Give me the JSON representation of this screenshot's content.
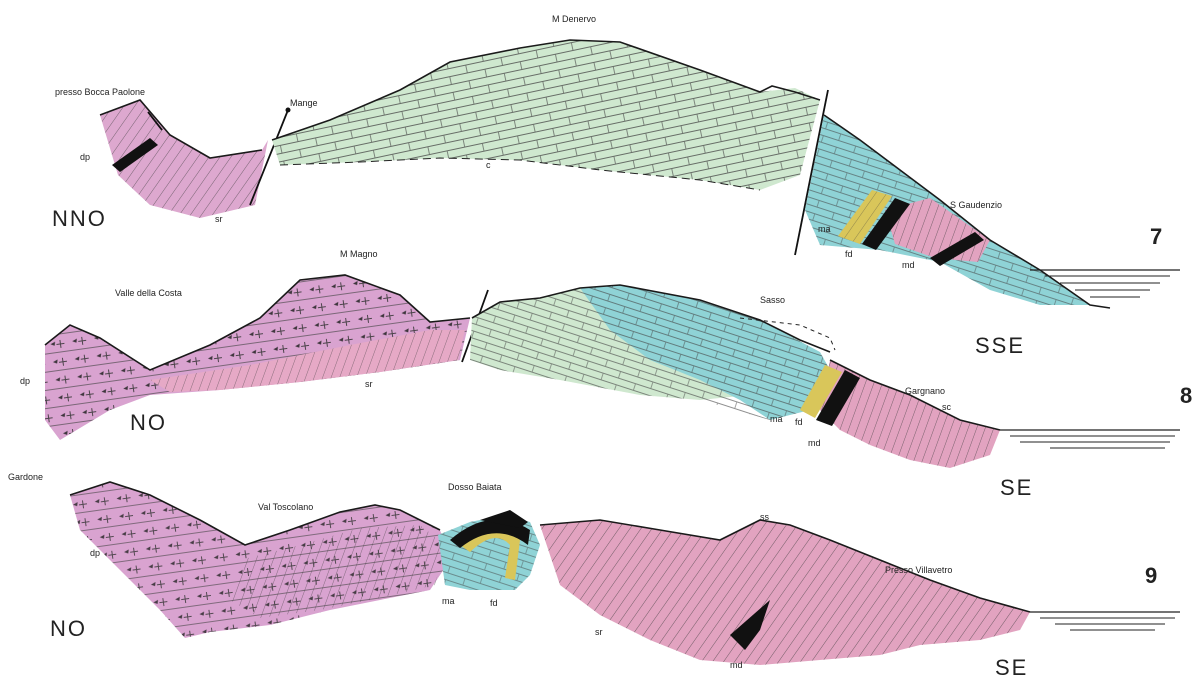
{
  "colors": {
    "dolomia_principale": "#d9a3d0",
    "scaglia_rossa": "#e2a3c0",
    "majolica_green": "#cfe8cf",
    "maiolica_cyan": "#8fd3d6",
    "yellow_band": "#d9c65a",
    "black_band": "#111111",
    "line": "#1a1a1a"
  },
  "sections": [
    {
      "number": "7",
      "left_direction": "NNO",
      "right_direction": "SSE",
      "places": [
        "presso Bocca Paolone",
        "Mange",
        "M Denervo",
        "S Gaudenzio"
      ],
      "units": [
        "dp",
        "sr",
        "c",
        "ma",
        "fd",
        "md"
      ]
    },
    {
      "number": "8",
      "left_direction": "NO",
      "right_direction": "SE",
      "places": [
        "Valle della Costa",
        "M Magno",
        "Sasso",
        "Gargnano"
      ],
      "units": [
        "dp",
        "sr",
        "ma",
        "fd",
        "md",
        "sc"
      ]
    },
    {
      "number": "9",
      "left_direction": "NO",
      "right_direction": "SE",
      "places": [
        "Gardone",
        "Val Toscolano",
        "Dosso Baiata",
        "Presso Villavetro"
      ],
      "units": [
        "dp",
        "ma",
        "fd",
        "ss",
        "sr",
        "md"
      ]
    }
  ]
}
